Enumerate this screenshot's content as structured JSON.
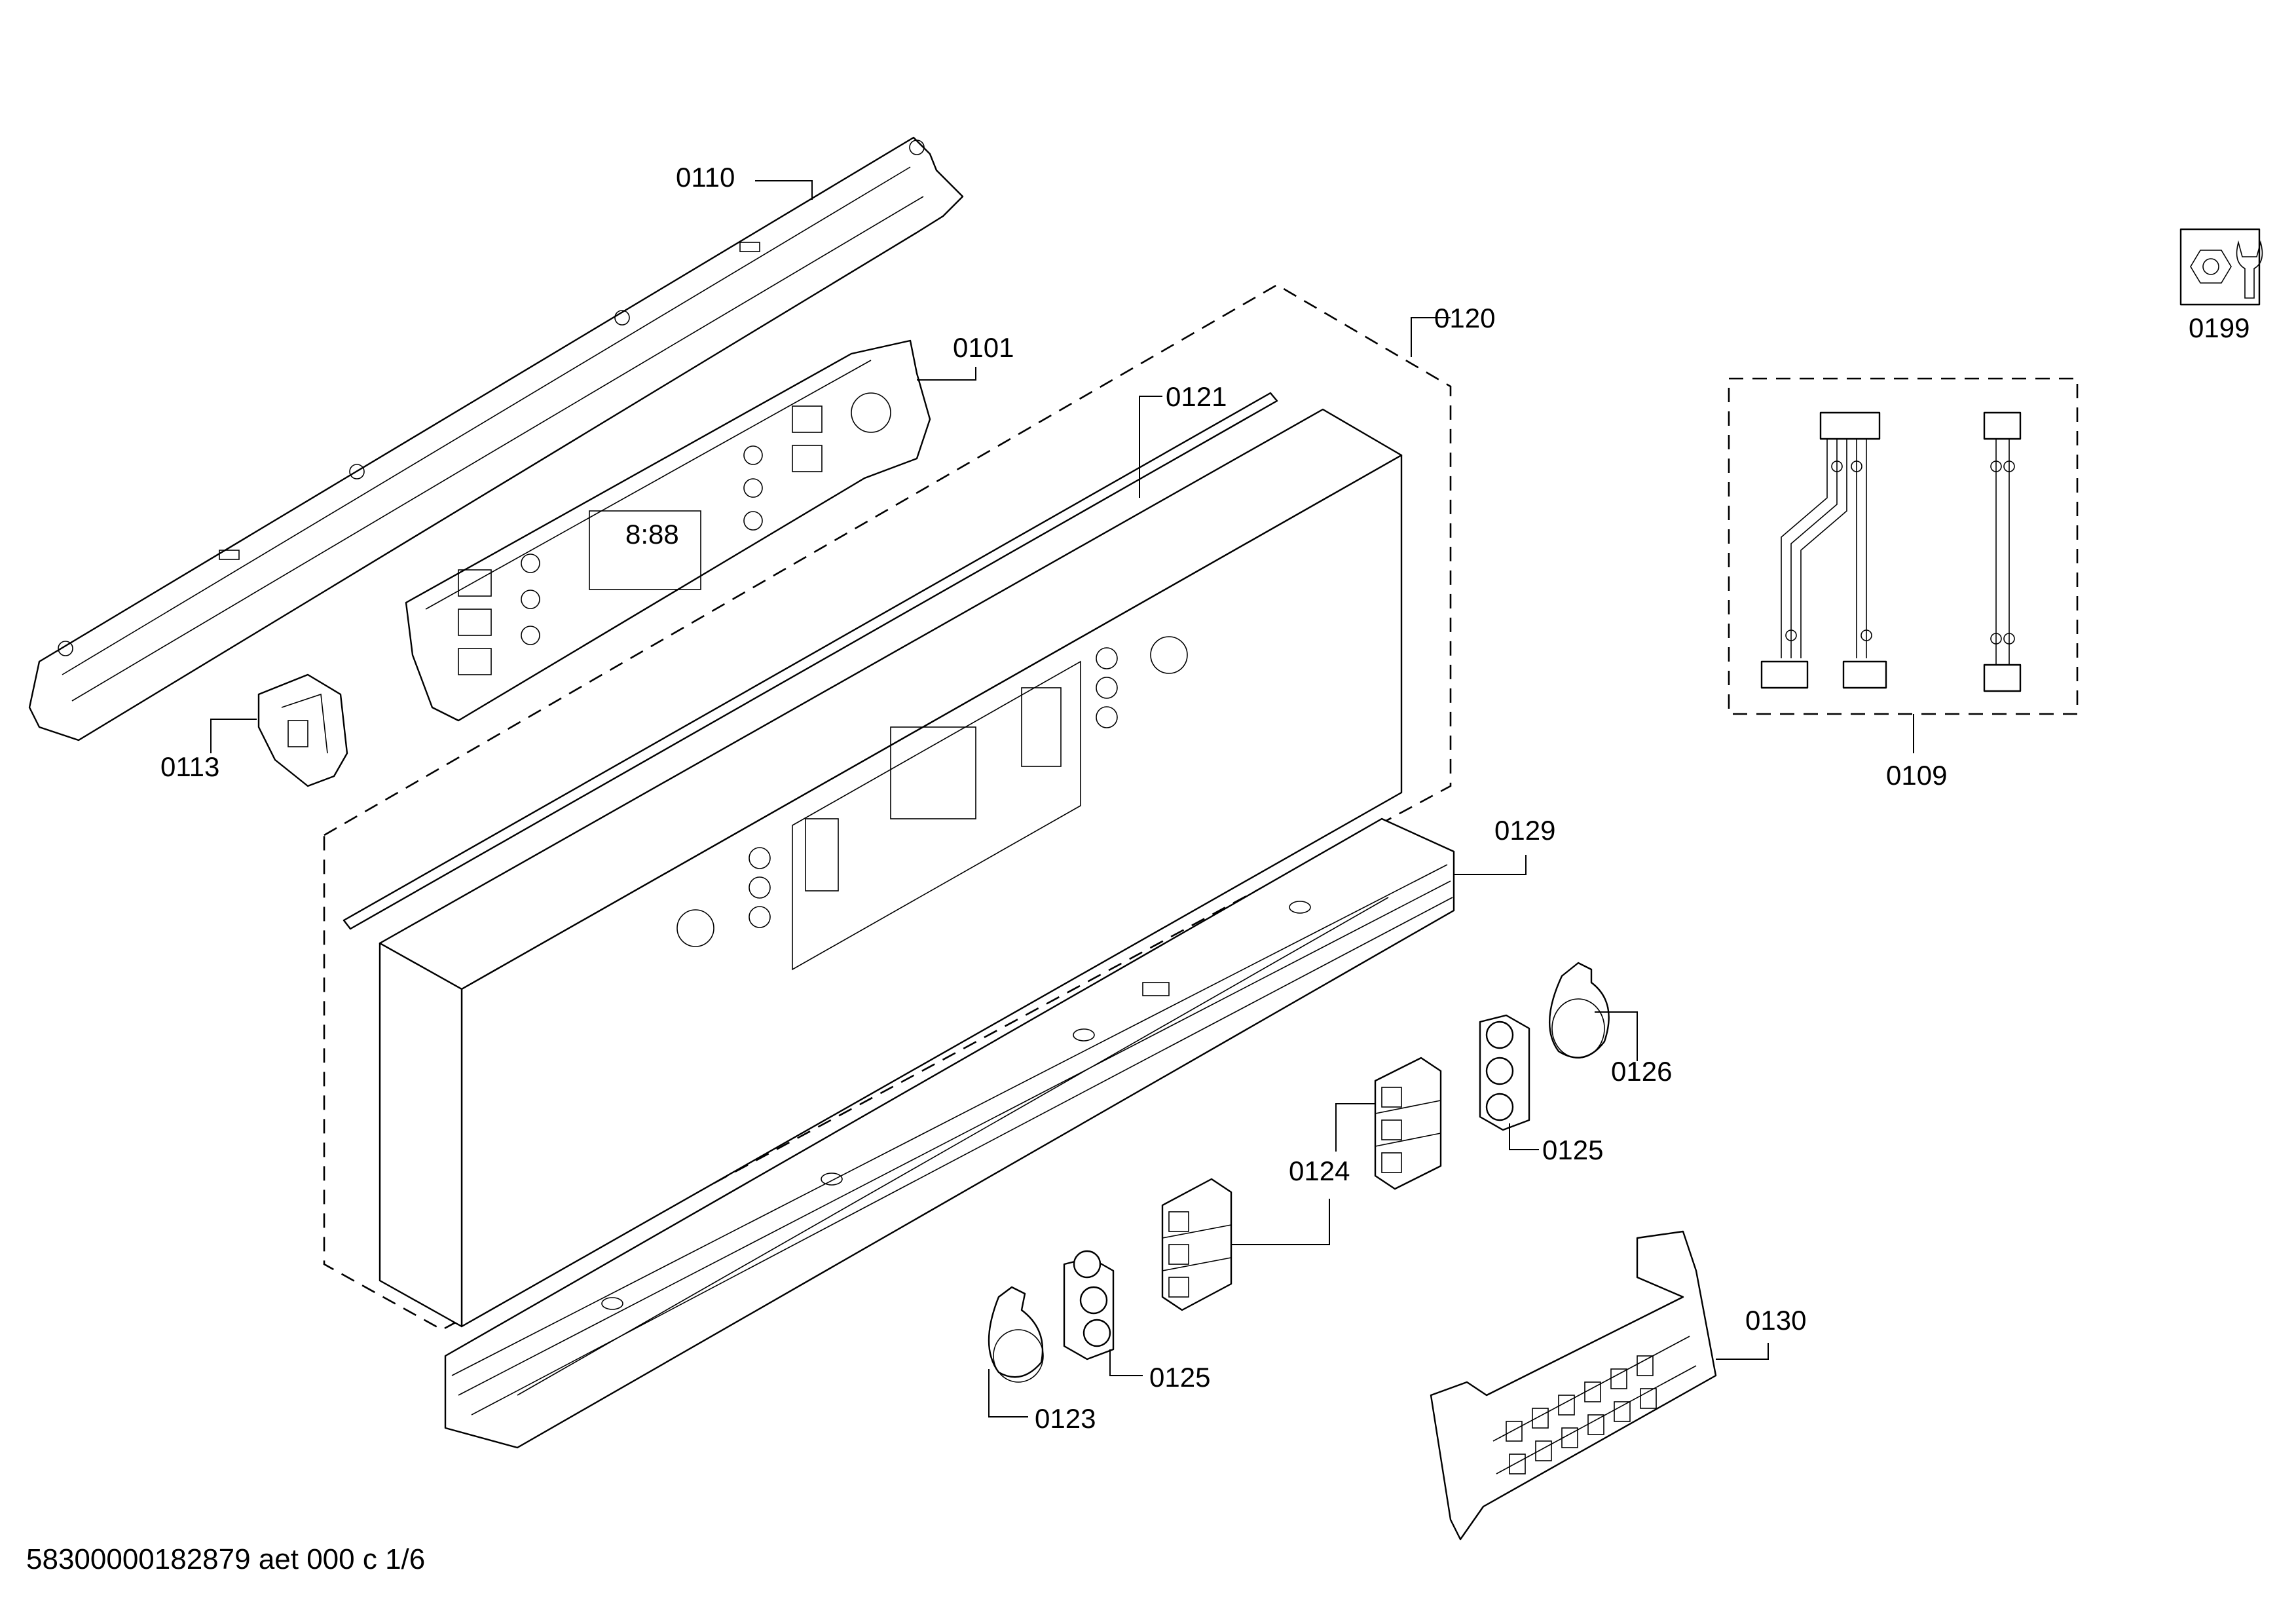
{
  "document_id": "58300000182879 aet 000 c 1/6",
  "tool_icon": "wrench-nut-icon",
  "parts": {
    "p0110": "0110",
    "p0101": "0101",
    "p0113": "0113",
    "p0120": "0120",
    "p0121": "0121",
    "p0199": "0199",
    "p0109": "0109",
    "p0129": "0129",
    "p0126": "0126",
    "p0125a": "0125",
    "p0124": "0124",
    "p0125b": "0125",
    "p0123": "0123",
    "p0130": "0130"
  }
}
